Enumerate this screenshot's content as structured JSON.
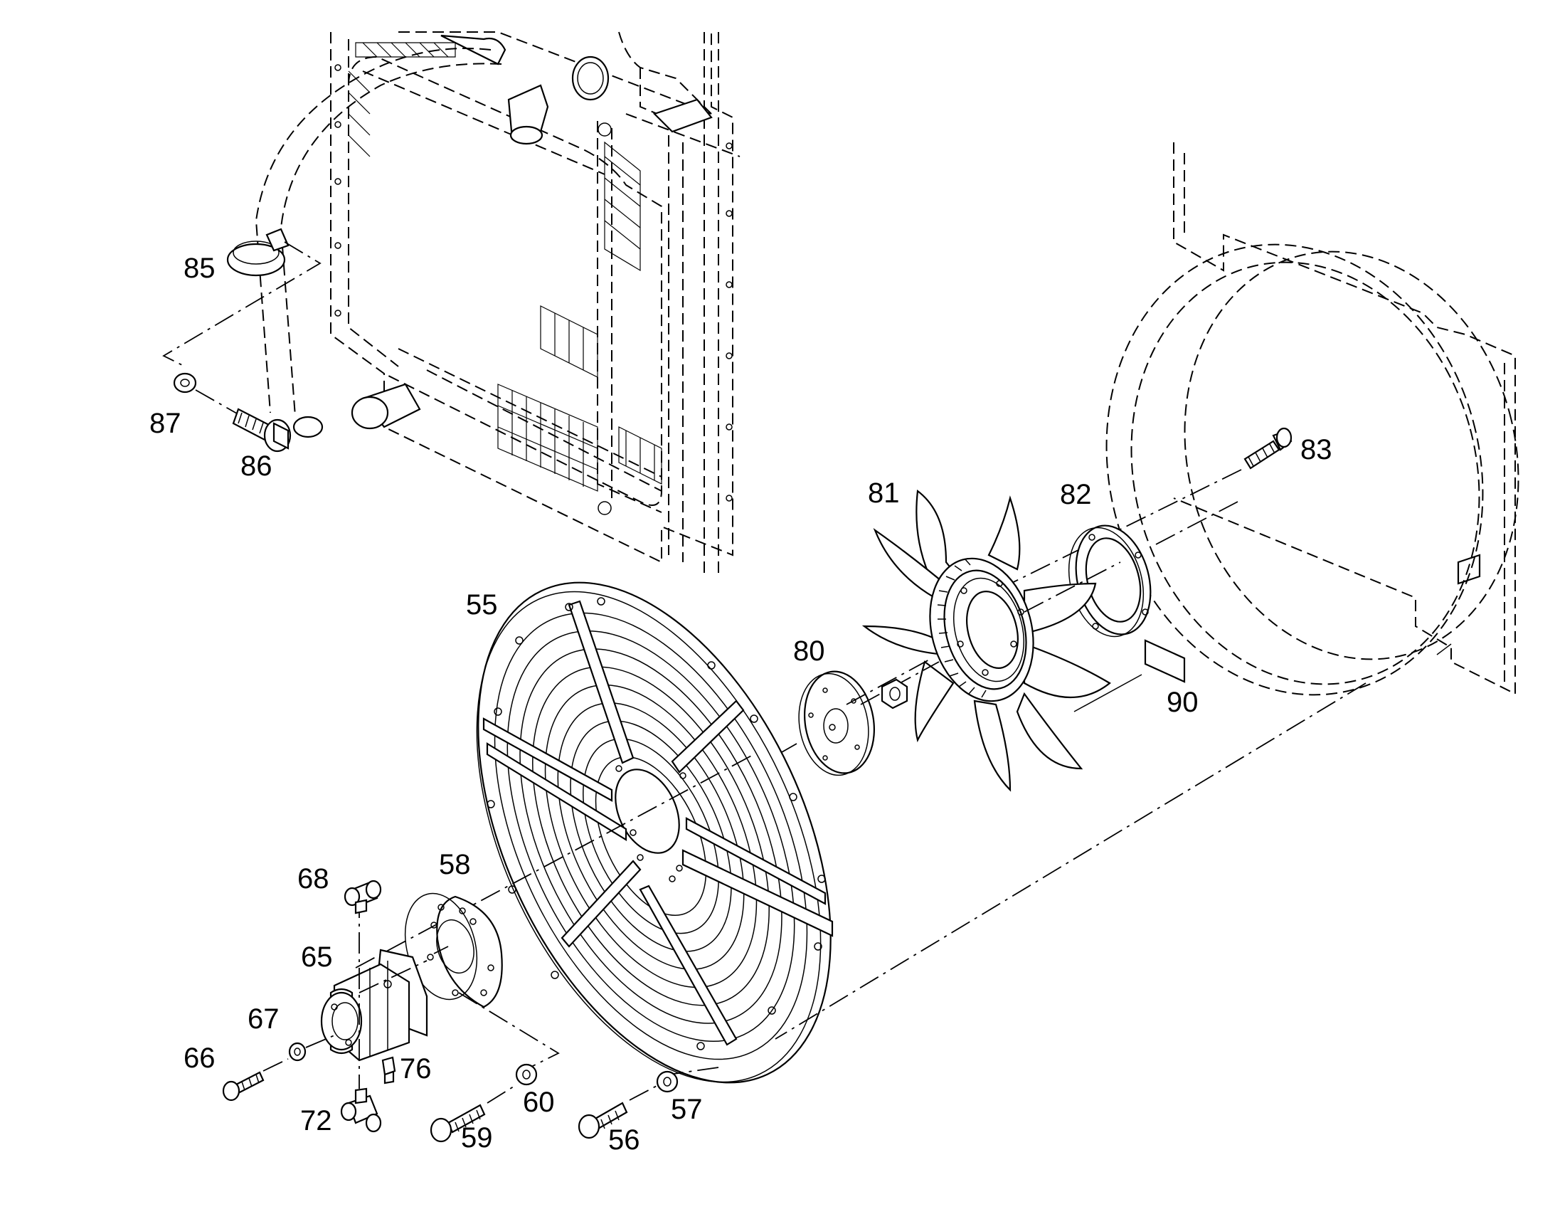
{
  "diagram": {
    "part_numbers": [
      "85",
      "87",
      "86",
      "83",
      "81",
      "82",
      "55",
      "80",
      "90",
      "58",
      "68",
      "65",
      "67",
      "66",
      "76",
      "72",
      "60",
      "59",
      "57",
      "56"
    ]
  }
}
